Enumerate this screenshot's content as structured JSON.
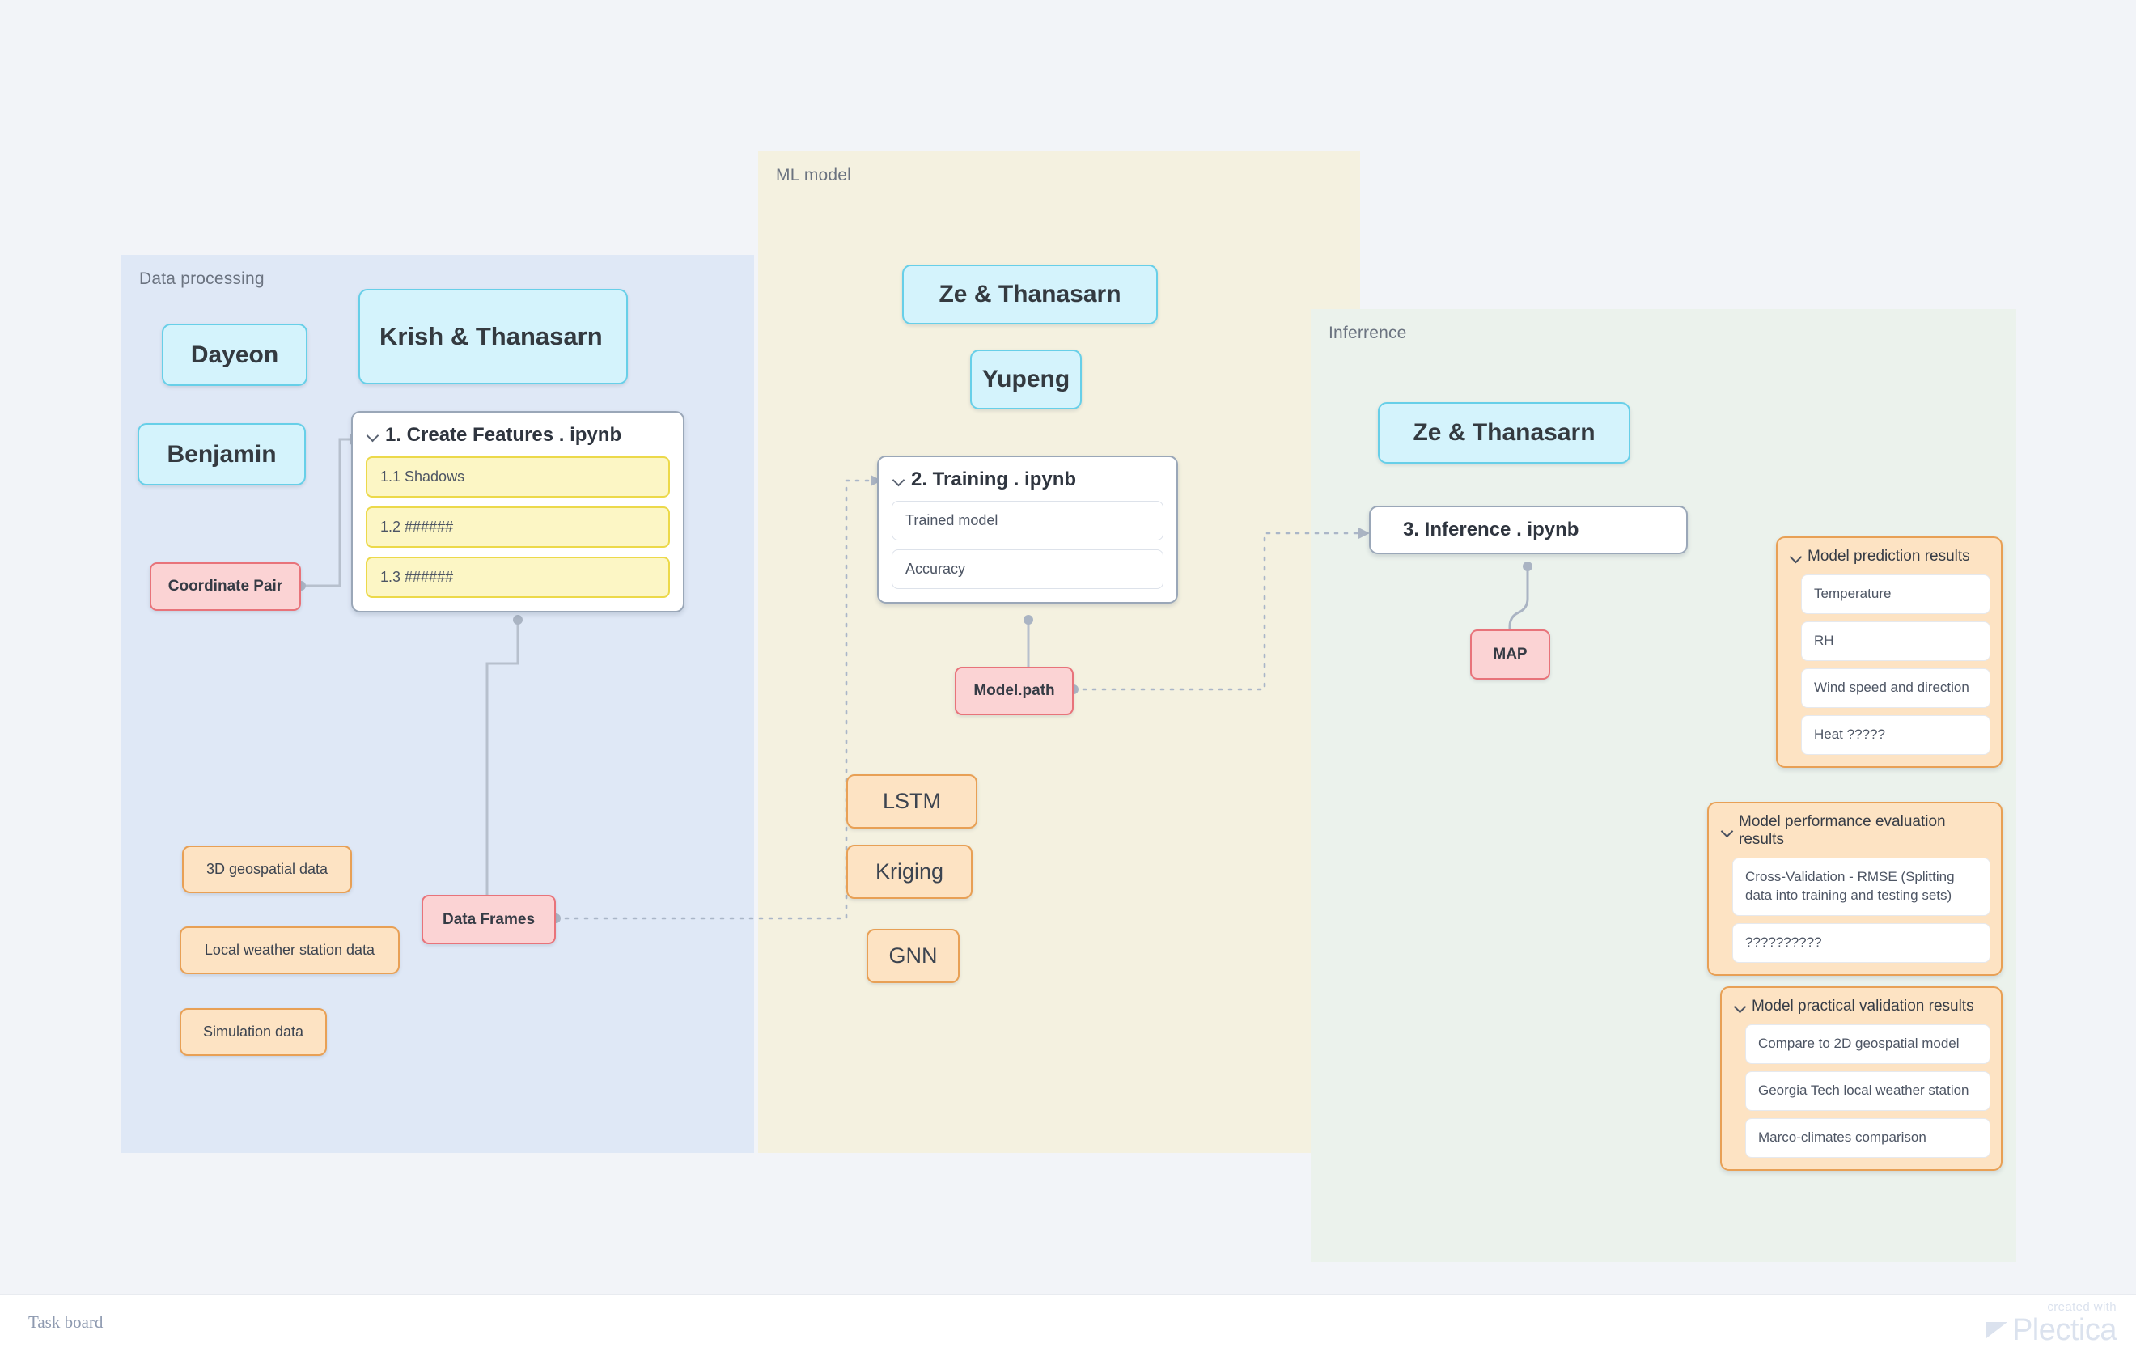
{
  "board": {
    "footer_label": "Task board",
    "watermark_small": "created with",
    "watermark_brand": "Plectica",
    "background": "#f2f4f8"
  },
  "sections": {
    "data_processing": {
      "title": "Data processing",
      "color": "#dfe8f6"
    },
    "ml_model": {
      "title": "ML model",
      "color": "#f4f1e0"
    },
    "inference": {
      "title": "Inferrence",
      "color": "#ebf2ec"
    }
  },
  "people": {
    "dayeon": "Dayeon",
    "krish_thanasarn": "Krish & Thanasarn",
    "benjamin": "Benjamin",
    "ze_thanasarn_ml": "Ze & Thanasarn",
    "yupeng": "Yupeng",
    "ze_thanasarn_inf": "Ze & Thanasarn"
  },
  "notebooks": {
    "create_features": {
      "title": "1. Create Features . ipynb",
      "rows": [
        "1.1 Shadows",
        "1.2 ######",
        "1.3 ######"
      ]
    },
    "training": {
      "title": "2. Training . ipynb",
      "rows": [
        "Trained model",
        "Accuracy"
      ]
    },
    "inference": {
      "title": "3. Inference . ipynb",
      "rows": []
    }
  },
  "artifacts": {
    "coordinate_pair": "Coordinate Pair",
    "data_frames": "Data Frames",
    "model_path": "Model.path",
    "map": "MAP"
  },
  "data_sources": [
    "3D geospatial data",
    "Local weather station data",
    "Simulation data"
  ],
  "methods": [
    "LSTM",
    "Kriging",
    "GNN"
  ],
  "result_groups": [
    {
      "title": "Model prediction results",
      "items": [
        "Temperature",
        "RH",
        "Wind speed and direction",
        "Heat ?????"
      ]
    },
    {
      "title": "Model performance evaluation results",
      "items": [
        "Cross-Validation - RMSE (Splitting data into training and testing sets)",
        "??????????"
      ]
    },
    {
      "title": "Model practical validation results",
      "items": [
        "Compare to 2D geospatial model",
        "Georgia Tech local weather station",
        "Marco-climates comparison"
      ]
    }
  ],
  "colors": {
    "person_card_fill": "#d4f3fc",
    "person_card_border": "#67cfe8",
    "artifact_fill": "#fbd3d4",
    "artifact_border": "#e8737a",
    "method_fill": "#fde3c3",
    "method_border": "#e8a055",
    "notebook_row_highlight": "#fcf6c5",
    "connector": "#9aa7b8"
  }
}
